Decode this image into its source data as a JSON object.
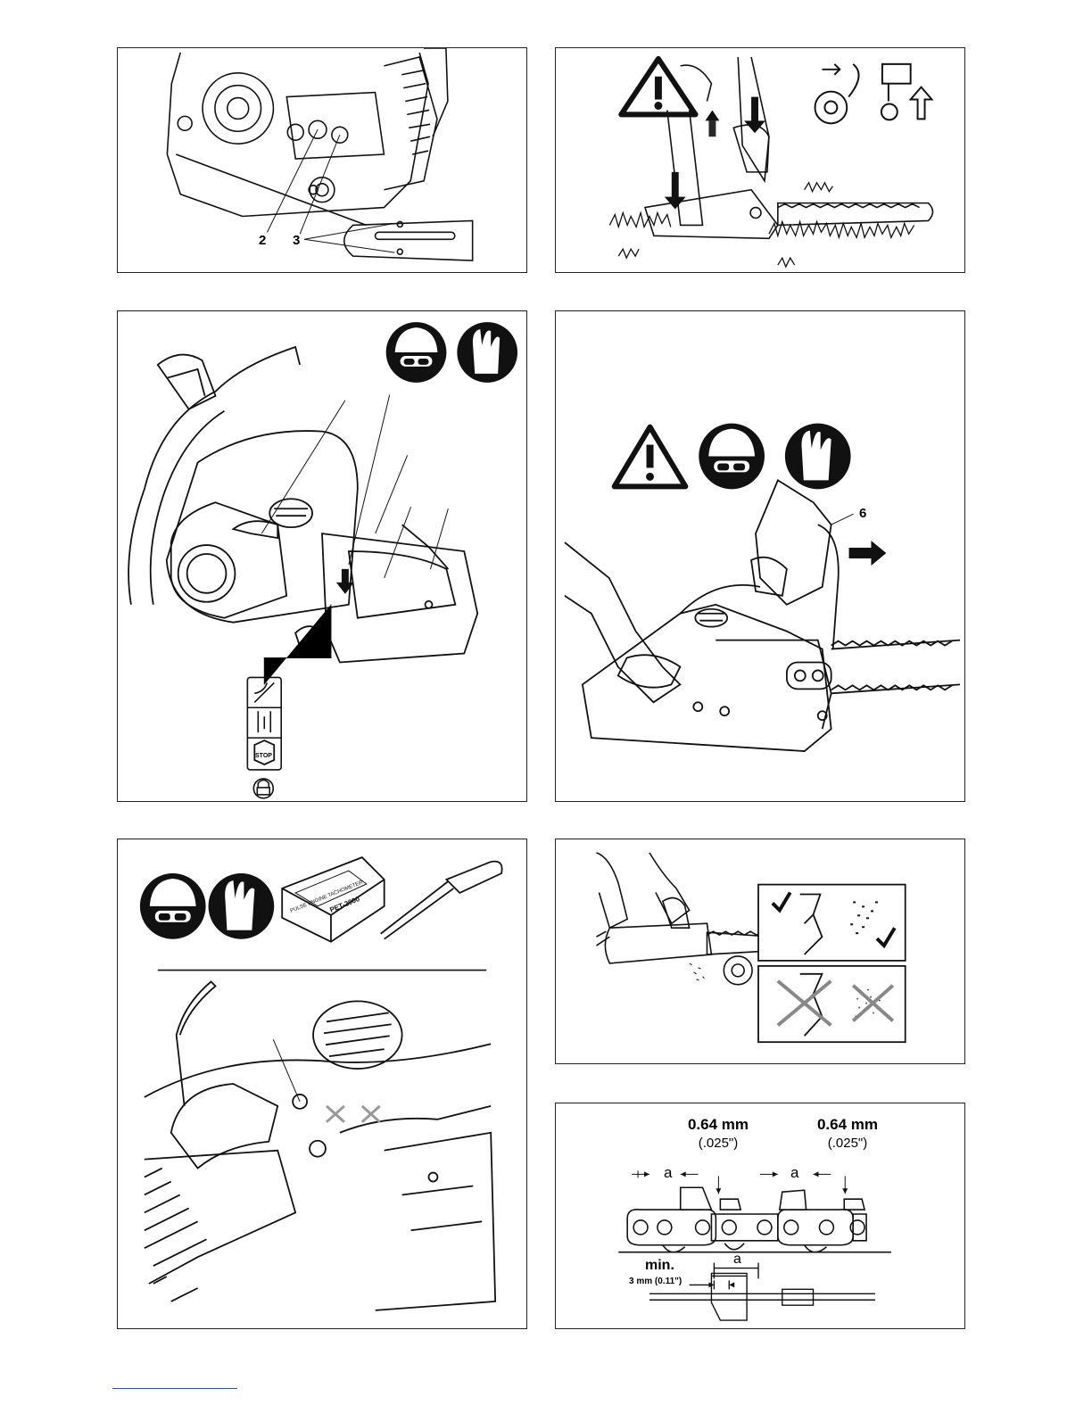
{
  "panel1": {
    "callouts": [
      "2",
      "3"
    ]
  },
  "panel4": {
    "callouts": [
      "6"
    ]
  },
  "panel3": {
    "switch_label": "STOP"
  },
  "panel5": {
    "box_text": [
      "PULSE ENGINE TACHOMETER",
      "PET-2000"
    ]
  },
  "panel7": {
    "left_measure": {
      "value": "0.64 mm",
      "imperial": "(.025\")"
    },
    "right_measure": {
      "value": "0.64 mm",
      "imperial": "(.025\")"
    },
    "depth_label_left": "a",
    "depth_label_right": "a",
    "min_label": "min.",
    "min_value": "3 mm (0.11\")",
    "bottom_a": "a"
  },
  "icons": [
    "warning-triangle-icon",
    "hard-hat-goggles-ear-protection-icon",
    "gloves-icon",
    "chain-brake-icon",
    "lift-up-arrow-icon",
    "checkmark-icon",
    "padlock-icon"
  ]
}
